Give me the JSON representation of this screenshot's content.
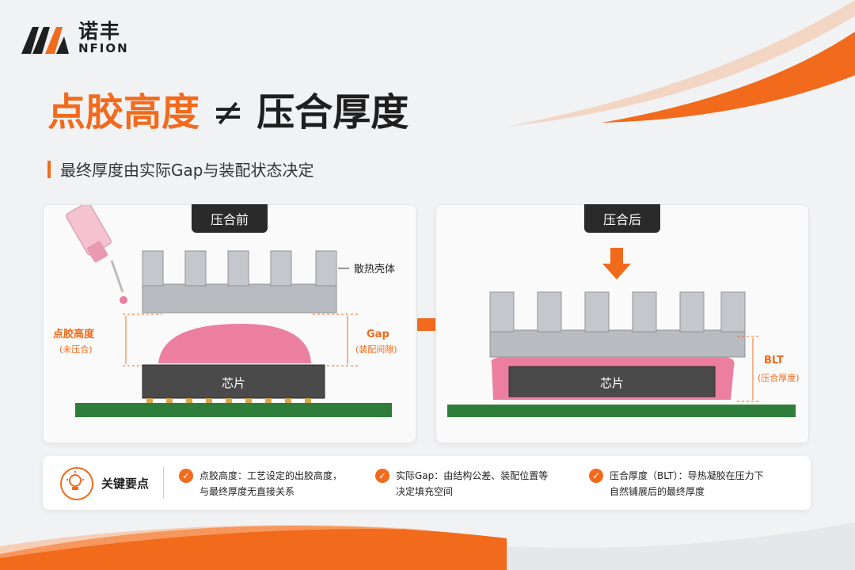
{
  "brand": {
    "name_cn": "诺丰",
    "name_en": "NFION"
  },
  "title": {
    "part1": "点胶高度",
    "symbol": "≠",
    "part2": "压合厚度"
  },
  "subtitle": "最终厚度由实际Gap与装配状态决定",
  "panel_before": {
    "tag": "压合前",
    "heatsink_label": "散热壳体",
    "dispense_height_label": "点胶高度",
    "dispense_height_sub": "(未压合)",
    "gap_label": "Gap",
    "gap_sub": "(装配间隙)",
    "chip_label": "芯片"
  },
  "panel_after": {
    "tag": "压合后",
    "blt_label": "BLT",
    "blt_sub": "(压合厚度)",
    "chip_label": "芯片"
  },
  "key_points": {
    "title": "关键要点",
    "items": [
      {
        "line1": "点胶高度：工艺设定的出胶高度，",
        "line2": "与最终厚度无直接关系"
      },
      {
        "line1": "实际Gap：由结构公差、装配位置等",
        "line2": "决定填充空间"
      },
      {
        "line1": "压合厚度（BLT）：导热凝胶在压力下",
        "line2": "自然铺展后的最终厚度"
      }
    ]
  },
  "colors": {
    "accent": "#f26a1b",
    "pink": "#ec7fa0",
    "pcb": "#2f7d3a",
    "chip": "#4a4a4a"
  }
}
